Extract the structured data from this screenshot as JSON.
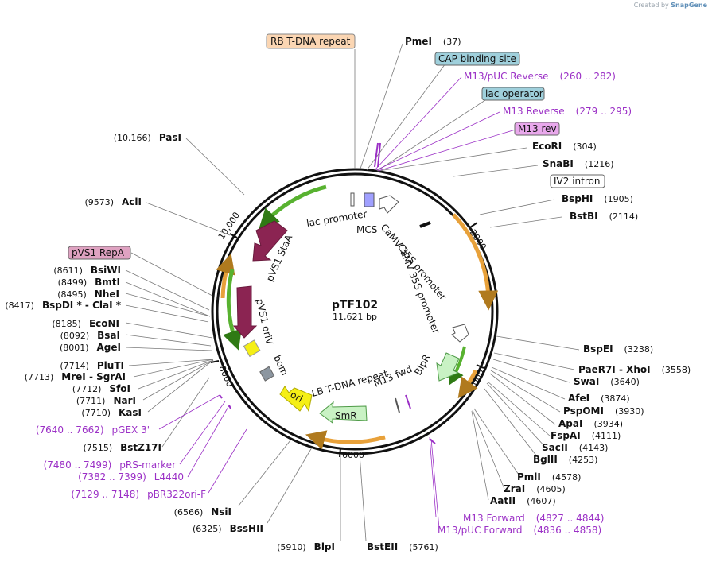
{
  "credit": {
    "prefix": "Created by",
    "brand": "SnapGene"
  },
  "plasmid": {
    "name": "pTF102",
    "size_label": "11,621 bp",
    "length": 11621
  },
  "ticks": [
    "2000",
    "4000",
    "6000",
    "8000",
    "10,000"
  ],
  "colors": {
    "black": "#111111",
    "purple": "#9b30c6",
    "orange": "#e8a13a",
    "green": "#58b230",
    "maroon": "#8b2452",
    "yellow": "#f5ef16",
    "gray": "#8c96a0",
    "mint": "#c9f2c4",
    "teal": "#9fd0dc",
    "pink": "#e9a8ec",
    "peach": "#fbd6b3",
    "rose": "#dfa2c1"
  },
  "labels_left": [
    {
      "name": "PasI",
      "pos": "(10,166)"
    },
    {
      "name": "AclI",
      "pos": "(9573)"
    },
    {
      "name": "BsiWI",
      "pos": "(8611)"
    },
    {
      "name": "BmtI",
      "pos": "(8499)"
    },
    {
      "name": "NheI",
      "pos": "(8495)"
    },
    {
      "name": "BspDI * - ClaI *",
      "pos": "(8417)"
    },
    {
      "name": "EcoNI",
      "pos": "(8185)"
    },
    {
      "name": "BsaI",
      "pos": "(8092)"
    },
    {
      "name": "AgeI",
      "pos": "(8001)"
    },
    {
      "name": "PluTI",
      "pos": "(7714)"
    },
    {
      "name": "MreI - SgrAI",
      "pos": "(7713)"
    },
    {
      "name": "SfoI",
      "pos": "(7712)"
    },
    {
      "name": "NarI",
      "pos": "(7711)"
    },
    {
      "name": "KasI",
      "pos": "(7710)"
    },
    {
      "name": "BstZ17I",
      "pos": "(7515)"
    },
    {
      "name": "NsiI",
      "pos": "(6566)"
    },
    {
      "name": "BssHII",
      "pos": "(6325)"
    },
    {
      "name": "BlpI",
      "pos": "(5910)"
    }
  ],
  "labels_left_primers": [
    {
      "name": "pGEX 3'",
      "pos": "(7640 .. 7662)"
    },
    {
      "name": "pRS-marker",
      "pos": "(7480 .. 7499)"
    },
    {
      "name": "L4440",
      "pos": "(7382 .. 7399)"
    },
    {
      "name": "pBR322ori-F",
      "pos": "(7129 .. 7148)"
    }
  ],
  "labels_right": [
    {
      "name": "PmeI",
      "pos": "(37)"
    },
    {
      "name": "EcoRI",
      "pos": "(304)"
    },
    {
      "name": "SnaBI",
      "pos": "(1216)"
    },
    {
      "name": "BspHI",
      "pos": "(1905)"
    },
    {
      "name": "BstBI",
      "pos": "(2114)"
    },
    {
      "name": "BspEI",
      "pos": "(3238)"
    },
    {
      "name": "PaeR7I - XhoI",
      "pos": "(3558)"
    },
    {
      "name": "SwaI",
      "pos": "(3640)"
    },
    {
      "name": "AfeI",
      "pos": "(3874)"
    },
    {
      "name": "PspOMI",
      "pos": "(3930)"
    },
    {
      "name": "ApaI",
      "pos": "(3934)"
    },
    {
      "name": "FspAI",
      "pos": "(4111)"
    },
    {
      "name": "SacII",
      "pos": "(4143)"
    },
    {
      "name": "BglII",
      "pos": "(4253)"
    },
    {
      "name": "PmlI",
      "pos": "(4578)"
    },
    {
      "name": "ZraI",
      "pos": "(4605)"
    },
    {
      "name": "AatII",
      "pos": "(4607)"
    },
    {
      "name": "BstEII",
      "pos": "(5761)"
    }
  ],
  "labels_right_primers": [
    {
      "name": "M13/pUC Reverse",
      "pos": "(260 .. 282)"
    },
    {
      "name": "M13 Reverse",
      "pos": "(279 .. 295)"
    },
    {
      "name": "M13 Forward",
      "pos": "(4827 .. 4844)"
    },
    {
      "name": "M13/pUC Forward",
      "pos": "(4836 .. 4858)"
    }
  ],
  "boxed_labels": [
    {
      "name": "RB T-DNA repeat",
      "kind": "peach"
    },
    {
      "name": "CAP binding site",
      "kind": "teal"
    },
    {
      "name": "lac operator",
      "kind": "teal"
    },
    {
      "name": "M13 rev",
      "kind": "pink"
    },
    {
      "name": "IV2 intron",
      "kind": "white"
    },
    {
      "name": "pVS1 RepA",
      "kind": "rose"
    }
  ],
  "features": [
    {
      "name": "lac promoter"
    },
    {
      "name": "MCS"
    },
    {
      "name": "CaMV 35S promoter"
    },
    {
      "name": "CaMV 35S promoter"
    },
    {
      "name": "BlpR"
    },
    {
      "name": "M13 fwd"
    },
    {
      "name": "LB T-DNA repeat"
    },
    {
      "name": "SmR"
    },
    {
      "name": "ori"
    },
    {
      "name": "bom"
    },
    {
      "name": "pVS1 oriV"
    },
    {
      "name": "pVS1 StaA"
    }
  ]
}
